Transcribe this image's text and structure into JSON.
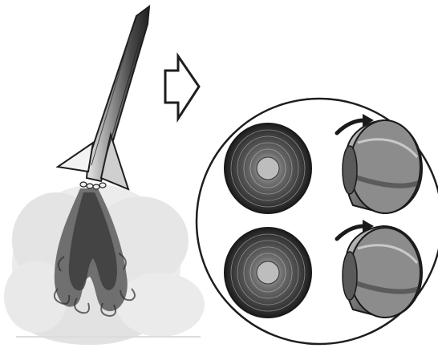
{
  "figure": {
    "subject": "rocket-launch-with-four-engine-nozzles",
    "rocket": {
      "icon": "rocket-icon",
      "exhaust": "smoke-plume"
    },
    "transition": {
      "icon": "outline-right-arrow-icon"
    },
    "detail_view": {
      "icon": "circular-detail-inset",
      "nozzles": [
        {
          "position": "top-left",
          "orientation": "axial"
        },
        {
          "position": "top-right",
          "orientation": "gimbaled",
          "motion": "curved-arrow-icon"
        },
        {
          "position": "bottom-left",
          "orientation": "axial"
        },
        {
          "position": "bottom-right",
          "orientation": "gimbaled",
          "motion": "curved-arrow-icon"
        }
      ]
    },
    "colors": {
      "ink": "#2a2a2a",
      "mid_gray": "#8a8a8a",
      "light_gray": "#d9d9d9",
      "background": "#ffffff"
    }
  }
}
